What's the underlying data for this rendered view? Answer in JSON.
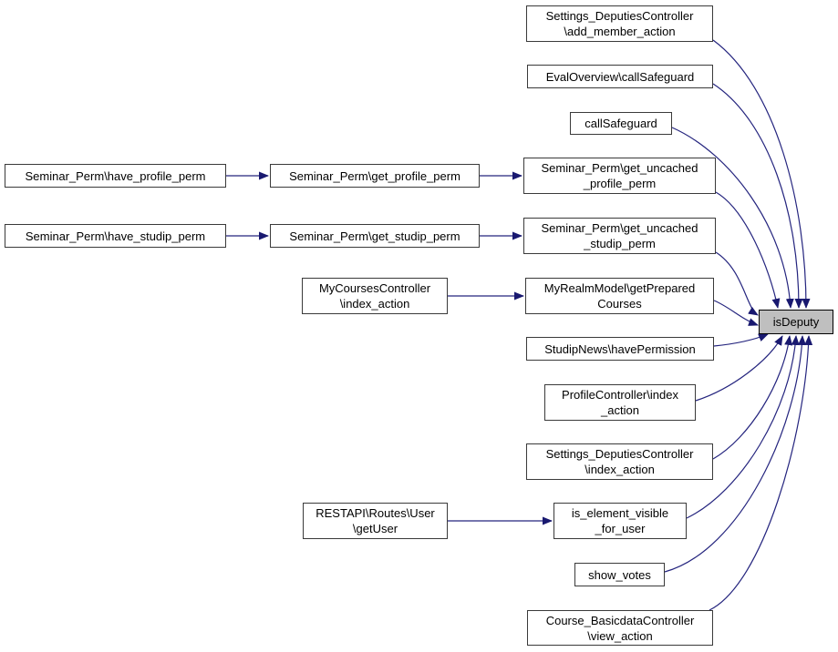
{
  "diagram": {
    "type": "call-graph",
    "highlighted_node": "isDeputy",
    "colors": {
      "edge": "#24247e",
      "arrowhead": "#191970",
      "node_fill": "#ffffff",
      "node_border": "#3a3a3a",
      "highlight_fill": "#bfbfbf",
      "background": "#ffffff"
    },
    "nodes": {
      "add_member": {
        "label": "Settings_DeputiesController\n\\add_member_action"
      },
      "eval_overview": {
        "label": "EvalOverview\\callSafeguard"
      },
      "call_safeguard": {
        "label": "callSafeguard"
      },
      "have_profile_perm": {
        "label": "Seminar_Perm\\have_profile_perm"
      },
      "get_profile_perm": {
        "label": "Seminar_Perm\\get_profile_perm"
      },
      "get_uncached_profile_perm": {
        "label": "Seminar_Perm\\get_uncached\n_profile_perm"
      },
      "have_studip_perm": {
        "label": "Seminar_Perm\\have_studip_perm"
      },
      "get_studip_perm": {
        "label": "Seminar_Perm\\get_studip_perm"
      },
      "get_uncached_studip_perm": {
        "label": "Seminar_Perm\\get_uncached\n_studip_perm"
      },
      "mycourses_index": {
        "label": "MyCoursesController\n\\index_action"
      },
      "get_prepared_courses": {
        "label": "MyRealmModel\\getPrepared\nCourses"
      },
      "have_permission": {
        "label": "StudipNews\\havePermission"
      },
      "profile_index": {
        "label": "ProfileController\\index\n_action"
      },
      "settings_deputies_index": {
        "label": "Settings_DeputiesController\n\\index_action"
      },
      "restapi_get_user": {
        "label": "RESTAPI\\Routes\\User\n\\getUser"
      },
      "is_element_visible": {
        "label": "is_element_visible\n_for_user"
      },
      "show_votes": {
        "label": "show_votes"
      },
      "course_basicdata_view": {
        "label": "Course_BasicdataController\n\\view_action"
      },
      "is_deputy": {
        "label": "isDeputy"
      }
    },
    "edges": [
      {
        "from": "have_profile_perm",
        "to": "get_profile_perm"
      },
      {
        "from": "get_profile_perm",
        "to": "get_uncached_profile_perm"
      },
      {
        "from": "have_studip_perm",
        "to": "get_studip_perm"
      },
      {
        "from": "get_studip_perm",
        "to": "get_uncached_studip_perm"
      },
      {
        "from": "mycourses_index",
        "to": "get_prepared_courses"
      },
      {
        "from": "restapi_get_user",
        "to": "is_element_visible"
      },
      {
        "from": "add_member",
        "to": "is_deputy"
      },
      {
        "from": "eval_overview",
        "to": "is_deputy"
      },
      {
        "from": "call_safeguard",
        "to": "is_deputy"
      },
      {
        "from": "get_uncached_profile_perm",
        "to": "is_deputy"
      },
      {
        "from": "get_uncached_studip_perm",
        "to": "is_deputy"
      },
      {
        "from": "get_prepared_courses",
        "to": "is_deputy"
      },
      {
        "from": "have_permission",
        "to": "is_deputy"
      },
      {
        "from": "profile_index",
        "to": "is_deputy"
      },
      {
        "from": "settings_deputies_index",
        "to": "is_deputy"
      },
      {
        "from": "is_element_visible",
        "to": "is_deputy"
      },
      {
        "from": "show_votes",
        "to": "is_deputy"
      },
      {
        "from": "course_basicdata_view",
        "to": "is_deputy"
      }
    ]
  }
}
